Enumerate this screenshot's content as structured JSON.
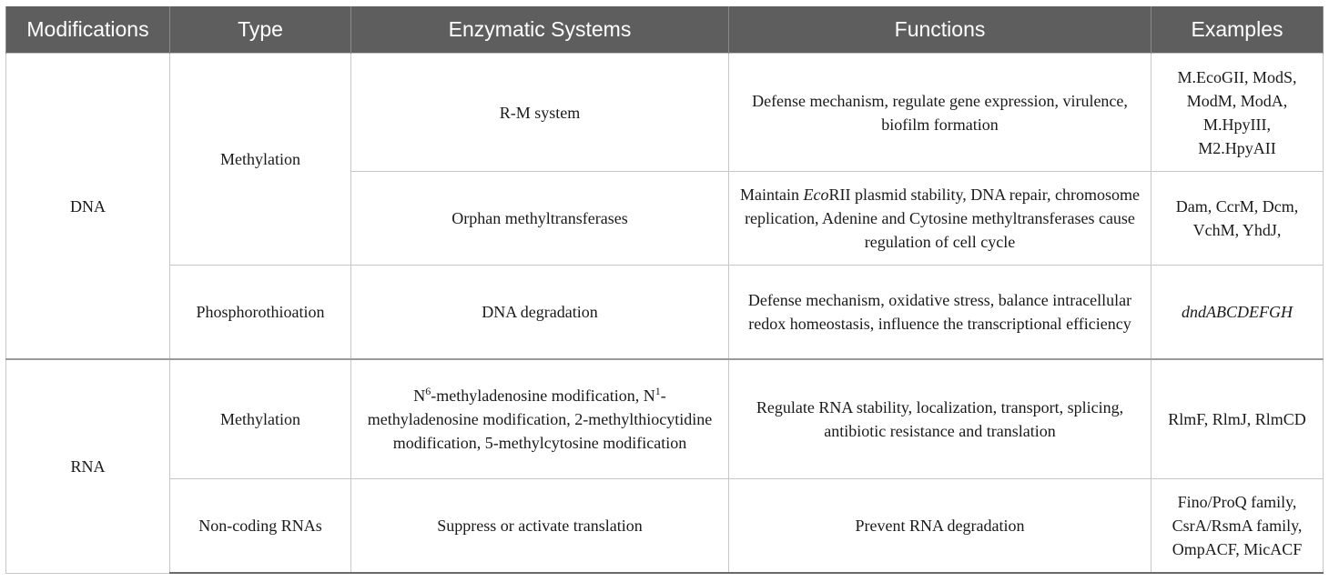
{
  "headers": [
    "Modifications",
    "Type",
    "Enzymatic Systems",
    "Functions",
    "Examples"
  ],
  "dna": {
    "label": "DNA",
    "methylation": {
      "type": "Methylation",
      "rm": {
        "system": "R-M system",
        "functions": "Defense mechanism, regulate gene expression, virulence, biofilm formation",
        "examples": [
          "M.EcoGII, ModS,",
          "ModM, ModA,",
          "M.HpyIII,",
          "M2.HpyAII"
        ]
      },
      "orphan": {
        "system": "Orphan methyltransferases",
        "functions_pre": "Maintain ",
        "functions_italic": "Eco",
        "functions_post": "RII plasmid stability, DNA repair, chromosome replication, Adenine and Cytosine methyltransferases cause regulation of cell cycle",
        "examples": [
          "Dam, CcrM, Dcm,",
          "VchM, YhdJ,"
        ]
      }
    },
    "phosphorothioation": {
      "type": "Phosphorothioation",
      "system": "DNA degradation",
      "functions": "Defense mechanism, oxidative stress, balance intracellular redox homeostasis, influence the transcriptional efficiency",
      "examples": "dndABCDEFGH"
    }
  },
  "rna": {
    "label": "RNA",
    "methylation": {
      "type": "Methylation",
      "system_parts": {
        "a_prefix": "N",
        "a_sup": "6",
        "a_text": "-methyladenosine modification, N",
        "b_sup": "1",
        "rest": "-methyladenosine modification, 2-methylthiocytidine modification, 5-methylcytosine modification"
      },
      "functions": "Regulate RNA stability, localization, transport, splicing, antibiotic resistance and translation",
      "examples": "RlmF, RlmJ, RlmCD"
    },
    "ncrna": {
      "type": "Non-coding RNAs",
      "system": "Suppress or activate translation",
      "functions": "Prevent RNA degradation",
      "examples": [
        "Fino/ProQ family,",
        "CsrA/RsmA family,",
        "OmpACF, MicACF"
      ]
    }
  }
}
